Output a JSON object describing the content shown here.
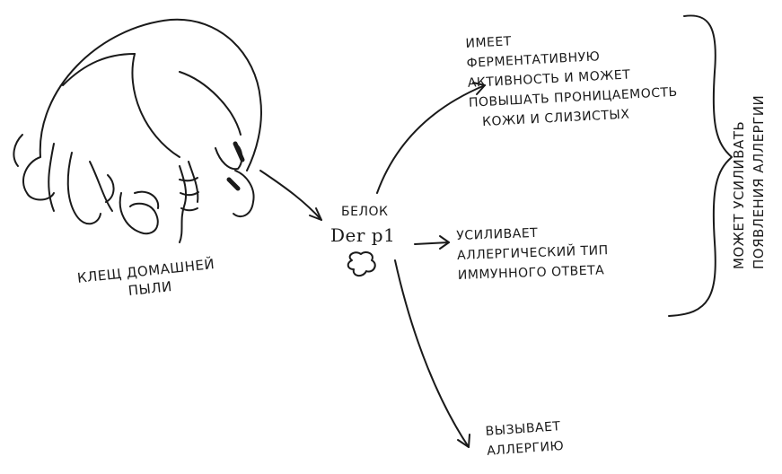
{
  "mite": {
    "label_lines": [
      "КЛЕЩ ДОМАШНЕЙ",
      "ПЫЛИ"
    ]
  },
  "protein": {
    "label": "БЕЛОК",
    "name": "Der p1"
  },
  "effects": {
    "enzyme_lines": [
      "ИМЕЕТ",
      "ФЕРМЕНТАТИВНУЮ",
      "АКТИВНОСТЬ И МОЖЕТ",
      "ПОВЫШАТЬ ПРОНИЦАЕМОСТЬ",
      "КОЖИ И СЛИЗИСТЫХ"
    ],
    "allergic_type_lines": [
      "УСИЛИВАЕТ",
      "АЛЛЕРГИЧЕСКИЙ ТИП",
      "ИММУННОГО ОТВЕТА"
    ],
    "causes_lines": [
      "ВЫЗЫВАЕТ",
      "АЛЛЕРГИЮ"
    ]
  },
  "side_note": {
    "lines": [
      "МОЖЕТ УСИЛИВАТЬ",
      "ПОЯВЛЕНИЯ АЛЛЕРГИИ"
    ]
  },
  "colors": {
    "ink": "#1a1a1a",
    "paper": "#ffffff"
  }
}
